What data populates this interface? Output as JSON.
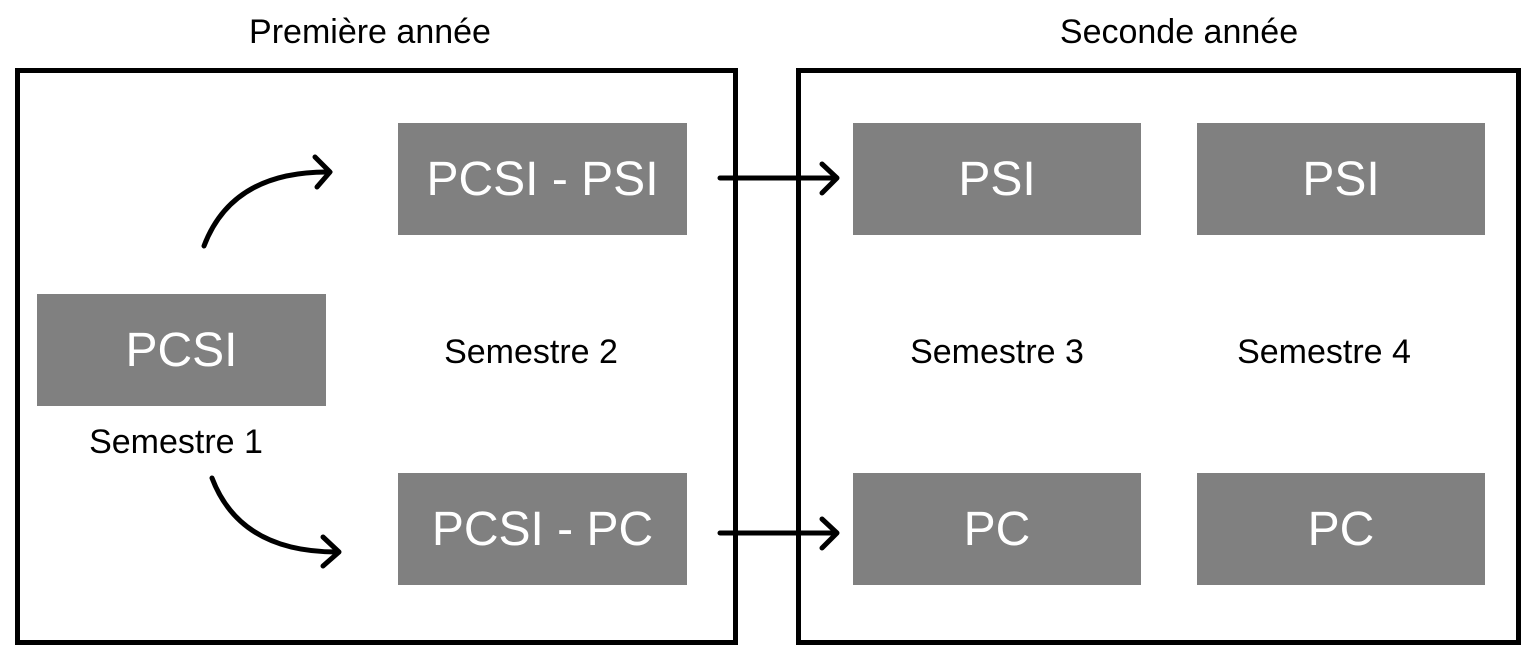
{
  "years": {
    "first": "Première année",
    "second": "Seconde année"
  },
  "nodes": {
    "pcsi": "PCSI",
    "pcsi_psi": "PCSI - PSI",
    "pcsi_pc": "PCSI - PC",
    "psi_s3": "PSI",
    "psi_s4": "PSI",
    "pc_s3": "PC",
    "pc_s4": "PC"
  },
  "semesters": {
    "s1": "Semestre 1",
    "s2": "Semestre 2",
    "s3": "Semestre 3",
    "s4": "Semestre 4"
  },
  "colors": {
    "node_fill": "#808080",
    "node_text": "#ffffff",
    "frame": "#000000"
  }
}
